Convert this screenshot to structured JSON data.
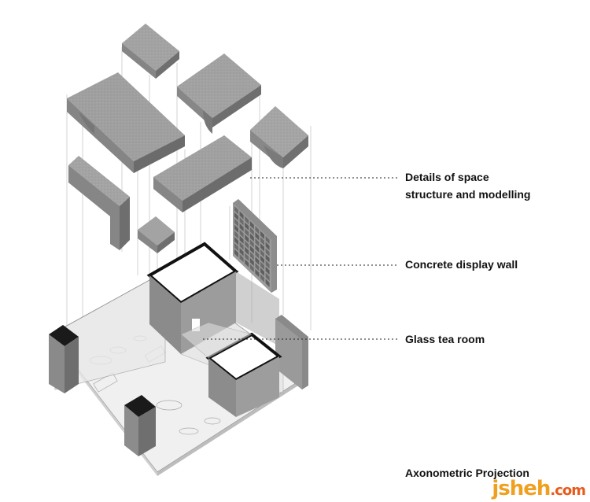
{
  "labels": {
    "details_line1": "Details of space",
    "details_line2": "structure and modelling",
    "display_wall": "Concrete display wall",
    "tea_room": "Glass tea room",
    "caption": "Axonometric Projection"
  },
  "watermark": {
    "main": "jsheh",
    "suffix": ".com"
  },
  "colors": {
    "concrete_top": "#9d9d9d",
    "concrete_side": "#7e7e7e",
    "concrete_dark": "#6a6a6a",
    "glass": "#e6e6e6",
    "line": "#888888",
    "ink": "#111111"
  }
}
